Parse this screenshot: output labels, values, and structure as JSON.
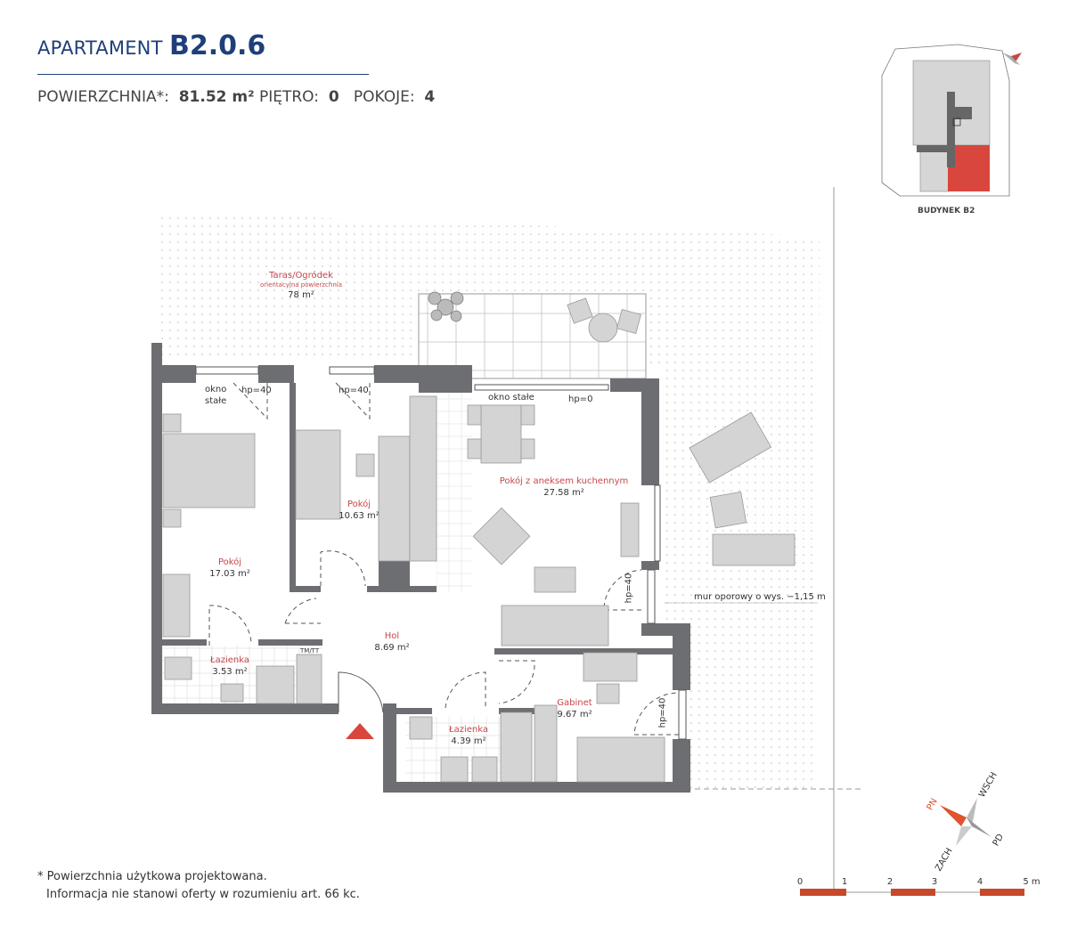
{
  "header": {
    "apartment_label": "APARTAMENT",
    "apartment_code": "B2.0.6",
    "area_label": "POWIERZCHNIA*:",
    "area_value": "81.52 m²",
    "floor_label": "PIĘTRO:",
    "floor_value": "0",
    "rooms_label": "POKOJE:",
    "rooms_value": "4"
  },
  "key_plan": {
    "building_label": "BUDYNEK B2",
    "highlight_color": "#d9463d"
  },
  "terrace": {
    "name": "Taras/Ogródek",
    "note": "orientacyjna powierzchnia",
    "area": "78 m²"
  },
  "rooms": [
    {
      "name": "Pokój",
      "area": "17.03 m²"
    },
    {
      "name": "Pokój",
      "area": "10.63 m²"
    },
    {
      "name": "Pokój z aneksem kuchennym",
      "area": "27.58 m²"
    },
    {
      "name": "Hol",
      "area": "8.69 m²"
    },
    {
      "name": "Łazienka",
      "area": "3.53 m²"
    },
    {
      "name": "Łazienka",
      "area": "4.39 m²"
    },
    {
      "name": "Gabinet",
      "area": "9.67 m²"
    }
  ],
  "annotations": {
    "fixed_window_1": "okno",
    "fixed_window_1b": "stałe",
    "hp40_a": "hp=40",
    "hp40_b": "hp=40",
    "fixed_window_2": "okno stałe",
    "hp0": "hp=0",
    "hp40_c": "hp=40",
    "hp40_d": "hp=40",
    "tm_tt": "TM/TT",
    "retaining_wall": "mur oporowy o wys. −1,15 m"
  },
  "compass": {
    "n": "PN",
    "e": "WSCH",
    "s": "PD",
    "w": "ZACH",
    "accent": "#e0532e"
  },
  "scale_bar": {
    "ticks": [
      "0",
      "1",
      "2",
      "3",
      "4",
      "5 m"
    ],
    "color": "#c8482a"
  },
  "footnote": {
    "line1": "* Powierzchnia użytkowa projektowana.",
    "line2": "Informacja nie stanowi oferty w rozumieniu art. 66 kc."
  },
  "colors": {
    "title": "#1f3f7a",
    "room_name": "#c8464a",
    "wall": "#6d6e71",
    "furniture": "#d4d4d4",
    "entrance": "#d9463d"
  }
}
